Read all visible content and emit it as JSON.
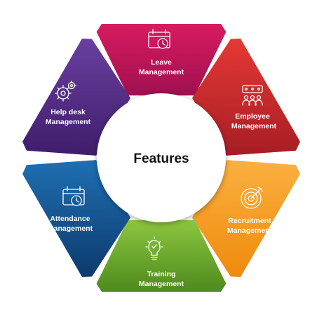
{
  "center": {
    "title": "Features"
  },
  "segments": [
    {
      "id": "leave",
      "line1": "Leave",
      "line2": "Management",
      "icon": "calendar-clock-icon",
      "color_top": "#d81b60",
      "color_bottom": "#a01050"
    },
    {
      "id": "employee",
      "line1": "Employee",
      "line2": "Management",
      "icon": "people-board-icon",
      "color_top": "#e53935",
      "color_bottom": "#a61d24"
    },
    {
      "id": "recruitment",
      "line1": "Recruitment",
      "line2": "Management",
      "icon": "target-icon",
      "color_top": "#fbb040",
      "color_bottom": "#ef8a0c"
    },
    {
      "id": "training",
      "line1": "Training",
      "line2": "Management",
      "icon": "lightbulb-icon",
      "color_top": "#8cc63f",
      "color_bottom": "#4e8a1e"
    },
    {
      "id": "attendance",
      "line1": "Attendance",
      "line2": "Management",
      "icon": "calendar-clock-icon",
      "color_top": "#1f6fb2",
      "color_bottom": "#0d3a6e"
    },
    {
      "id": "helpdesk",
      "line1": "Help desk",
      "line2": "Management",
      "icon": "gears-icon",
      "color_top": "#6a3fa0",
      "color_bottom": "#3f1d6b"
    }
  ]
}
